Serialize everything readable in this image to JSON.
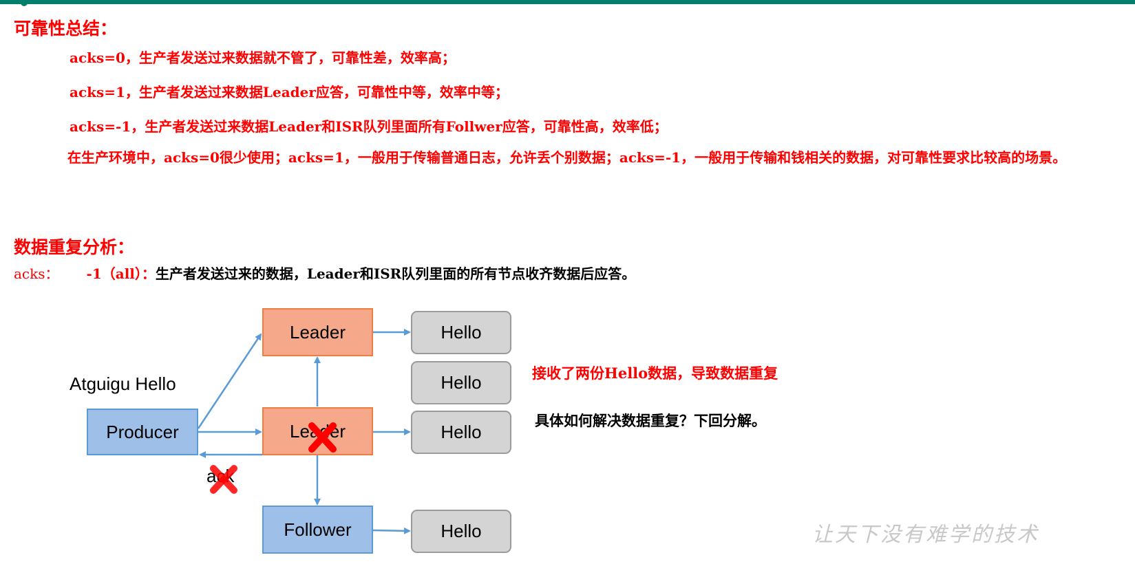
{
  "summary": {
    "heading": "可靠性总结：",
    "lines": [
      "acks=0，生产者发送过来数据就不管了，可靠性差，效率高；",
      "acks=1，生产者发送过来数据Leader应答，可靠性中等，效率中等；",
      "acks=-1，生产者发送过来数据Leader和ISR队列里面所有Follwer应答，可靠性高，效率低；"
    ],
    "note": "在生产环境中，acks=0很少使用；acks=1，一般用于传输普通日志，允许丢个别数据；acks=-1，一般用于传输和钱相关的数据，对可靠性要求比较高的场景。"
  },
  "analysis": {
    "heading": "数据重复分析：",
    "acks_key": "acks：",
    "acks_value": "-1（all）：",
    "acks_desc": "生产者发送过来的数据，Leader和ISR队列里面的所有节点收齐数据后应答。"
  },
  "diagram": {
    "producer_message": "Atguigu Hello",
    "producer_label": "Producer",
    "new_leader_label": "Leader",
    "old_leader_label": "Leader",
    "follower_label": "Follower",
    "ack_label": "ack",
    "hello_labels": [
      "Hello",
      "Hello",
      "Hello",
      "Hello"
    ],
    "duplicate_note": "接收了两份Hello数据，导致数据重复",
    "question_note": "具体如何解决数据重复？下回分解。",
    "colors": {
      "leader_fill": "#f5a98a",
      "leader_border": "#ef7d3f",
      "blue_fill": "#9ec0e8",
      "blue_border": "#5b9bd5",
      "hello_fill": "#d4d4d4",
      "arrow": "#5b9bd5",
      "cross": "#ff0000"
    }
  },
  "watermark": "让天下没有难学的技术"
}
